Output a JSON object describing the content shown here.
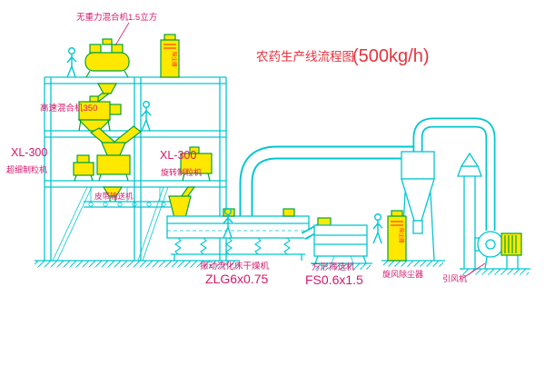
{
  "title": {
    "name": "农药生产线流程图",
    "capacity": "(500kg/h)"
  },
  "labels": {
    "gravity_mixer": "无重力混合机1.5立方",
    "high_speed_mixer": "高速混合机350",
    "xl300_left_model": "XL-300",
    "xl300_left_name": "超细制粒机",
    "xl300_right_model": "XL-300",
    "xl300_right_name": "旋转制粒机",
    "belt_conveyor": "皮带输送机",
    "dryer_name": "振动流化床干燥机",
    "dryer_model": "ZLG6x0.75",
    "sieve_name": "方形筛选机",
    "sieve_model": "FS0.6x1.5",
    "cyclone": "旋风除尘器",
    "fan": "引风机",
    "cabinet_text": "除尘器"
  },
  "colors": {
    "background": "#ffffff",
    "line_cyan": "#00c6d0",
    "machine_fill": "#ffe800",
    "machine_stroke": "#00a33a",
    "label_magenta": "#d6186b",
    "title_red": "#e8323c",
    "detail_red": "#ff2020"
  }
}
